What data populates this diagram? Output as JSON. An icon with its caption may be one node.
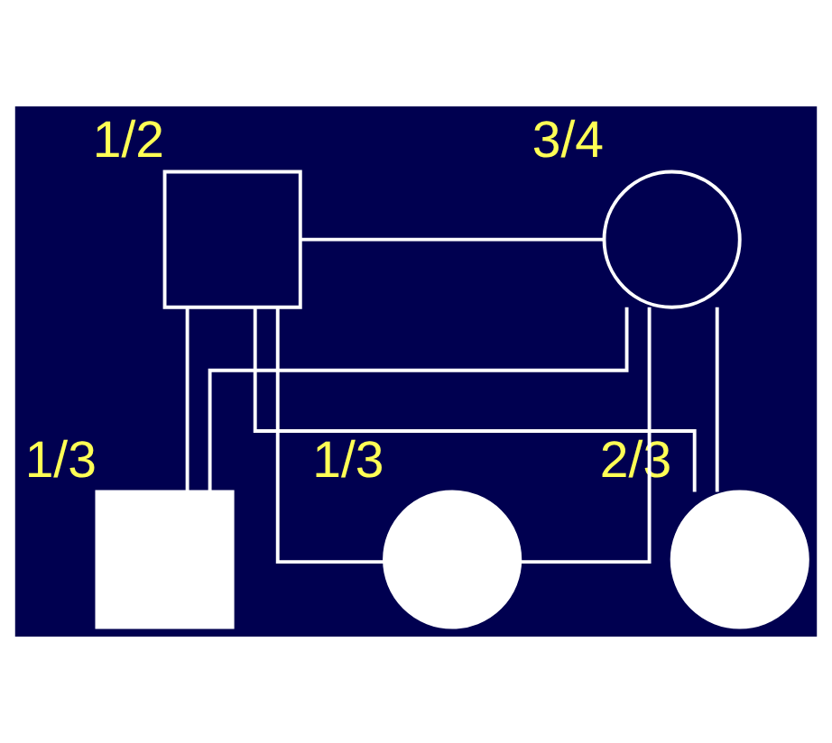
{
  "diagram": {
    "nodes": [
      {
        "text": [],
        "shape": "box",
        "beside": [
          "1/2"
        ]
      },
      {
        "text": [],
        "shape": "circle",
        "beside": [
          "3/4"
        ]
      },
      {
        "text": [],
        "shape": "box",
        "beside": [
          "1/3"
        ]
      },
      {
        "text": [],
        "shape": "circle",
        "beside": [
          "1/3"
        ]
      },
      {
        "text": [],
        "shape": "circle",
        "beside": [
          "2/3"
        ]
      }
    ],
    "edges": [
      {
        "from": 0,
        "to": 1,
        "arrow": "none"
      },
      {
        "from": 0,
        "to": 2,
        "arrow": "none"
      },
      {
        "from": 0,
        "to": 3,
        "arrow": "none"
      },
      {
        "from": 0,
        "to": 4,
        "arrow": "none"
      },
      {
        "from": 1,
        "to": 2,
        "arrow": "none"
      },
      {
        "from": 1,
        "to": 3,
        "arrow": "none"
      },
      {
        "from": 1,
        "to": 4,
        "arrow": "none"
      }
    ]
  }
}
